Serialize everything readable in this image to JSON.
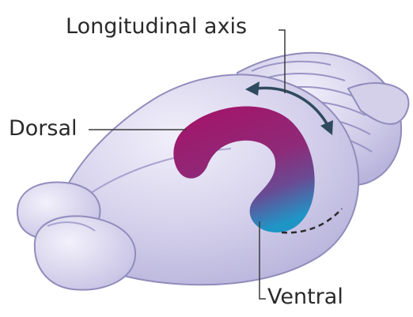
{
  "labels": {
    "longitudinal_axis": "Longitudinal axis",
    "dorsal": "Dorsal",
    "ventral": "Ventral"
  },
  "colors": {
    "brain_fill": "#ccc8e6",
    "brain_outline": "#918cbc",
    "hippocampus_dorsal": "#9a1c6f",
    "hippocampus_ventral": "#2b8fc2",
    "arrow": "#2f4a5e",
    "leader_line": "#3a3a3a"
  }
}
